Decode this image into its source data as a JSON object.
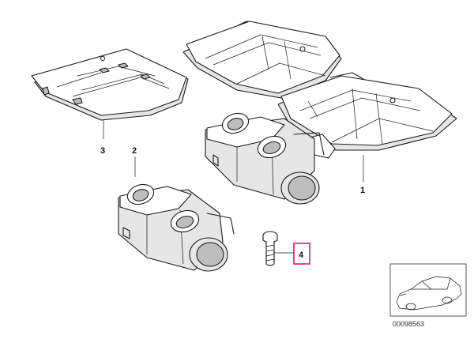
{
  "callouts": {
    "part1": "1",
    "part2": "2",
    "part3": "3",
    "part4": "4"
  },
  "highlight_color": "#e0147c",
  "reference_number": "00098563"
}
